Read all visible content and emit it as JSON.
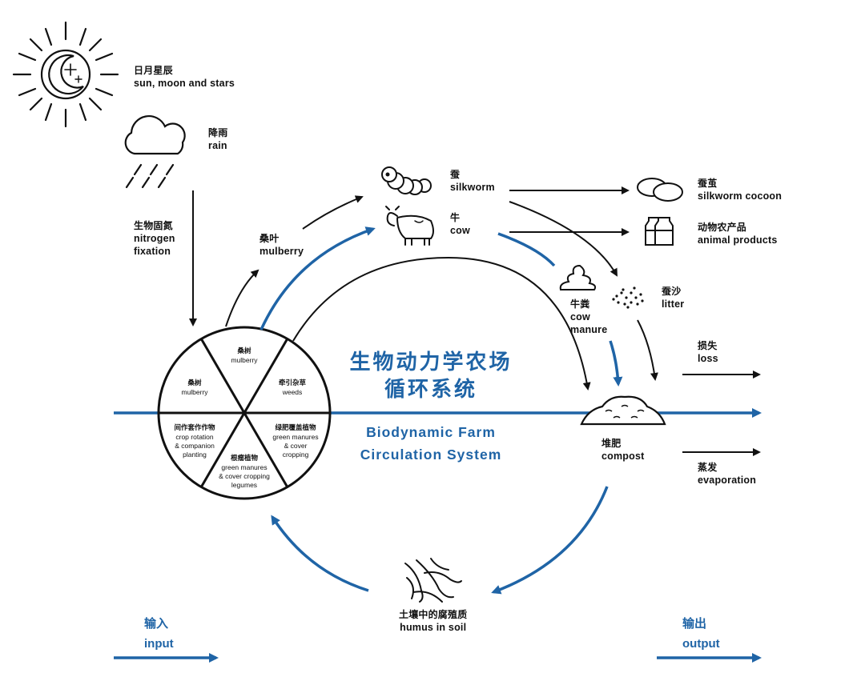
{
  "title": {
    "zh_line1": "生物动力学农场",
    "zh_line2": "循环系统",
    "en_line1": "Biodynamic Farm",
    "en_line2": "Circulation System"
  },
  "sun": {
    "zh": "日月星辰",
    "en": "sun, moon and stars",
    "icon": "sun-moon-stars-icon"
  },
  "rain": {
    "zh": "降雨",
    "en": "rain",
    "icon": "rain-cloud-icon"
  },
  "nitrogen": {
    "zh": "生物固氮",
    "en_line1": "nitrogen",
    "en_line2": "fixation"
  },
  "mulberry": {
    "zh": "桑叶",
    "en": "mulberry"
  },
  "silkworm": {
    "zh": "蚕",
    "en": "silkworm",
    "icon": "silkworm-icon"
  },
  "cow": {
    "zh": "牛",
    "en": "cow",
    "icon": "cow-icon"
  },
  "cocoon": {
    "zh": "蚕茧",
    "en": "silkworm cocoon",
    "icon": "cocoon-icon"
  },
  "animal_products": {
    "zh": "动物农产品",
    "en": "animal products",
    "icon": "bottles-icon"
  },
  "cow_manure": {
    "zh": "牛粪",
    "en_line1": "cow",
    "en_line2": "manure",
    "icon": "manure-icon"
  },
  "litter": {
    "zh": "蚕沙",
    "en": "litter",
    "icon": "litter-icon"
  },
  "loss": {
    "zh": "损失",
    "en": "loss"
  },
  "compost": {
    "zh": "堆肥",
    "en": "compost",
    "icon": "compost-pile-icon"
  },
  "evaporation": {
    "zh": "蒸发",
    "en": "evaporation"
  },
  "humus": {
    "zh": "土壤中的腐殖质",
    "en": "humus in soil",
    "icon": "humus-roots-icon"
  },
  "input": {
    "zh": "输入",
    "en": "input"
  },
  "output": {
    "zh": "输出",
    "en": "output"
  },
  "wheel": {
    "top": {
      "zh": "桑树",
      "en": "mulberry"
    },
    "top_left": {
      "zh": "桑树",
      "en": "mulberry"
    },
    "top_right": {
      "zh": "牵引杂草",
      "en": "weeds"
    },
    "bottom_left": {
      "zh": "间作套作作物",
      "en_line1": "crop rotation",
      "en_line2": "& companion",
      "en_line3": "planting"
    },
    "bottom": {
      "zh": "根瘤植物",
      "en_line1": "green manures",
      "en_line2": "& cover cropping",
      "en_line3": "legumes"
    },
    "bottom_right": {
      "zh": "绿肥覆盖植物",
      "en_line1": "green manures",
      "en_line2": "& cover",
      "en_line3": "cropping"
    }
  },
  "colors": {
    "accent_blue": "#1f64a6",
    "ink": "#111111"
  }
}
